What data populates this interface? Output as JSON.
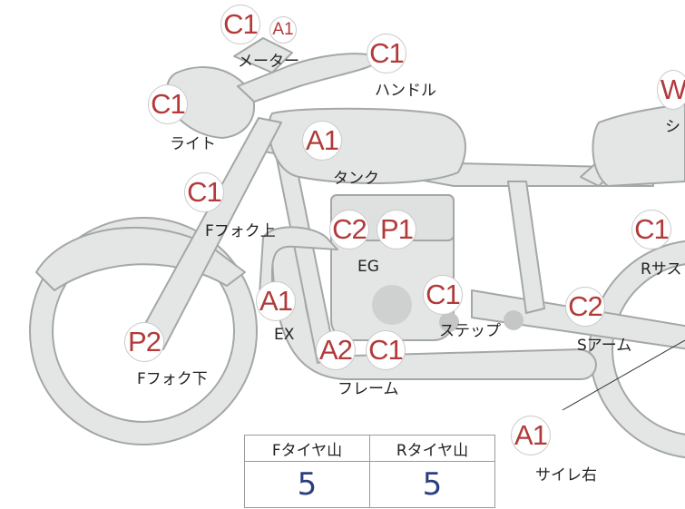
{
  "parts": [
    {
      "id": "meter",
      "label": "メーター",
      "grades": [
        "C1",
        "A1"
      ]
    },
    {
      "id": "handle",
      "label": "ハンドル",
      "grades": [
        "C1"
      ]
    },
    {
      "id": "light",
      "label": "ライト",
      "grades": [
        "C1"
      ]
    },
    {
      "id": "tank",
      "label": "タンク",
      "grades": [
        "A1"
      ]
    },
    {
      "id": "seat",
      "label": "シ",
      "grades": [
        "W"
      ]
    },
    {
      "id": "ffork-upper",
      "label": "Fフォク上",
      "grades": [
        "C1"
      ]
    },
    {
      "id": "engine",
      "label": "EG",
      "grades": [
        "C2",
        "P1"
      ]
    },
    {
      "id": "step",
      "label": "ステップ",
      "grades": [
        "C1"
      ]
    },
    {
      "id": "rsus",
      "label": "Rサス",
      "grades": [
        "C1"
      ]
    },
    {
      "id": "exhaust",
      "label": "EX",
      "grades": [
        "A1"
      ]
    },
    {
      "id": "swingarm",
      "label": "Sアーム",
      "grades": [
        "C2"
      ]
    },
    {
      "id": "ffork-lower",
      "label": "Fフォク下",
      "grades": [
        "P2"
      ]
    },
    {
      "id": "frame",
      "label": "フレーム",
      "grades": [
        "A2",
        "C1"
      ]
    },
    {
      "id": "muffler-right",
      "label": "サイレ右",
      "grades": [
        "A1"
      ]
    }
  ],
  "tyre_table": {
    "headers": [
      "Fタイヤ山",
      "Rタイヤ山"
    ],
    "values": [
      "5",
      "5"
    ]
  },
  "colors": {
    "grade_text": "#b23a3a",
    "value_text": "#2b3f7e",
    "bike_fill": "#e4e6e5",
    "bike_stroke": "#9fa3a2"
  }
}
